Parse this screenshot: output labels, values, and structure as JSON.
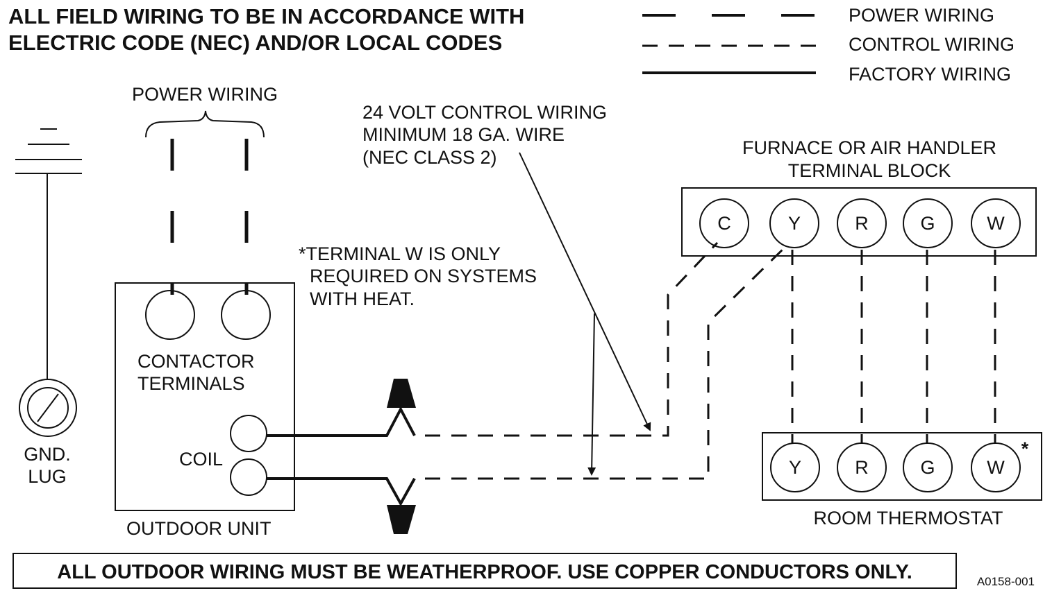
{
  "header": {
    "line1": "ALL FIELD WIRING TO BE IN ACCORDANCE WITH",
    "line2": "ELECTRIC CODE (NEC)  AND/OR LOCAL CODES"
  },
  "legend": [
    {
      "label": "POWER WIRING",
      "style": "long-dash"
    },
    {
      "label": "CONTROL WIRING",
      "style": "short-dash"
    },
    {
      "label": "FACTORY WIRING",
      "style": "solid"
    }
  ],
  "power_wiring_label": "POWER WIRING",
  "control_note": {
    "line1": "24 VOLT CONTROL WIRING",
    "line2": "MINIMUM 18 GA. WIRE",
    "line3": "(NEC CLASS 2)"
  },
  "terminal_w_note": {
    "line1": "*TERMINAL W IS ONLY",
    "line2": "REQUIRED ON SYSTEMS",
    "line3": "WITH HEAT."
  },
  "outdoor_unit": {
    "contactor_line1": "CONTACTOR",
    "contactor_line2": "TERMINALS",
    "coil": "COIL",
    "caption": "OUTDOOR UNIT"
  },
  "ground": {
    "line1": "GND.",
    "line2": "LUG"
  },
  "furnace_block": {
    "title_line1": "FURNACE OR AIR HANDLER",
    "title_line2": "TERMINAL BLOCK",
    "terminals": [
      "C",
      "Y",
      "R",
      "G",
      "W"
    ]
  },
  "thermostat": {
    "caption": "ROOM THERMOSTAT",
    "terminals": [
      "Y",
      "R",
      "G",
      "W"
    ],
    "asterisk": "*"
  },
  "footer": "ALL OUTDOOR WIRING MUST BE WEATHERPROOF. USE COPPER CONDUCTORS ONLY.",
  "drawing_code": "A0158-001"
}
